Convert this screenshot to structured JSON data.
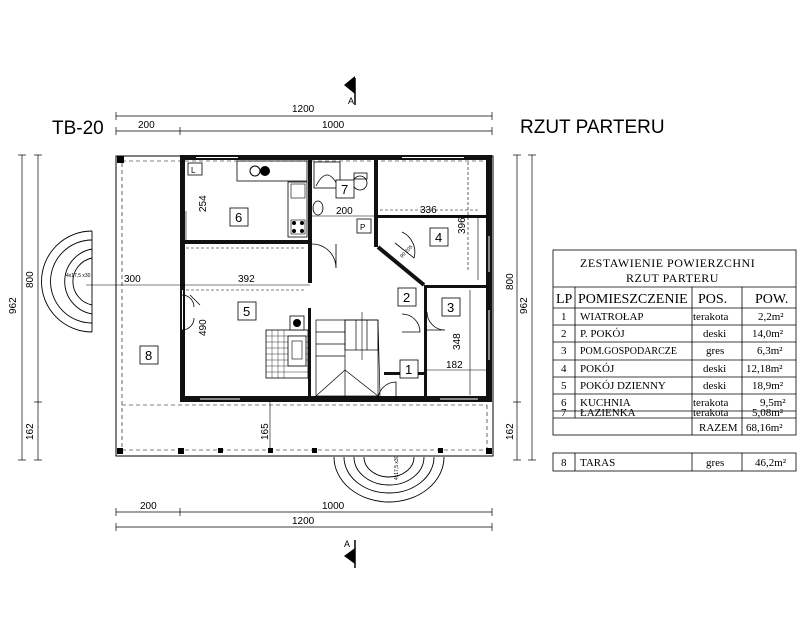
{
  "header": {
    "project_code": "TB-20",
    "plan_title": "RZUT PARTERU",
    "section_marker": "A"
  },
  "dimensions": {
    "top_total": "1200",
    "top_left": "200",
    "top_right": "1000",
    "bottom_left": "200",
    "bottom_right": "1000",
    "bottom_total": "1200",
    "left_total": "962",
    "left_main": "800",
    "left_bottom": "162",
    "right_total": "962",
    "right_main": "800",
    "right_bottom": "162",
    "kitchen_depth": "254",
    "living_width": "392",
    "terrace_width": "300",
    "living_depth": "490",
    "bathroom_width": "200",
    "room4_width": "336",
    "room4_depth": "396",
    "room3_depth": "348",
    "room1_width": "182",
    "porch_depth": "165",
    "door_note": "90\n205",
    "stair_left": "4x17,5\nx30",
    "stair_bottom": "4x17,5\nx30",
    "window_note": "L",
    "chimney_note": "P"
  },
  "rooms": [
    {
      "no": "1"
    },
    {
      "no": "2"
    },
    {
      "no": "3"
    },
    {
      "no": "4"
    },
    {
      "no": "5"
    },
    {
      "no": "6"
    },
    {
      "no": "7"
    },
    {
      "no": "8"
    }
  ],
  "summary_table": {
    "title_line1": "ZESTAWIENIE POWIERZCHNI",
    "title_line2": "RZUT PARTERU",
    "headers": [
      "LP",
      "POMIESZCZENIE",
      "POS.",
      "POW."
    ],
    "rows": [
      {
        "lp": "1",
        "name": "WIATROŁAP",
        "floor": "terakota",
        "area": "2,2m²"
      },
      {
        "lp": "2",
        "name": "P. POKÓJ",
        "floor": "deski",
        "area": "14,0m²"
      },
      {
        "lp": "3",
        "name": "POM.GOSPODARCZE",
        "floor": "gres",
        "area": "6,3m²"
      },
      {
        "lp": "4",
        "name": "POKÓJ",
        "floor": "deski",
        "area": "12,18m²"
      },
      {
        "lp": "5",
        "name": "POKÓJ DZIENNY",
        "floor": "deski",
        "area": "18,9m²"
      },
      {
        "lp": "6",
        "name": "KUCHNIA",
        "floor": "terakota",
        "area": "9,5m²"
      },
      {
        "lp": "7",
        "name": "ŁAZIENKA",
        "floor": "terakota",
        "area": "5,08m²"
      }
    ],
    "total_label": "RAZEM",
    "total_value": "68,16m²",
    "terrace_row": {
      "lp": "8",
      "name": "TARAS",
      "floor": "gres",
      "area": "46,2m²"
    }
  },
  "colors": {
    "ink": "#000000",
    "paper": "#ffffff",
    "wall_fill": "#111111",
    "hatch": "#bdbdbd"
  }
}
